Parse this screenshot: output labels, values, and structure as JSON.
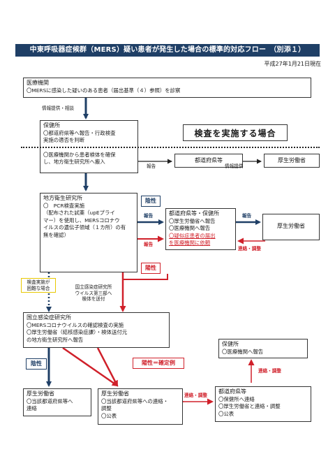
{
  "title": "中東呼吸器症候群（MERS）疑い患者が発生した場合の標準的対応フロー　（別添１）",
  "date": "平成27年1月21日現在",
  "section_banner": "検査を実施する場合",
  "boxes": {
    "medical": {
      "head": "医療機関",
      "lines": [
        "〇MERSに感染した疑いのある患者（届出基準（４）参照）を診察"
      ]
    },
    "hokenjo1": {
      "head": "保健所",
      "lines": [
        "〇都道府県等へ報告・行政検査",
        "実施の適否を判断"
      ]
    },
    "hokenjo2": {
      "lines": [
        "〇医療機関から患者検体を確保",
        "し、地方衛生研究所へ搬入"
      ]
    },
    "pref_top": {
      "lines": [
        "都道府県等"
      ]
    },
    "mhlw_top": {
      "lines": [
        "厚生労働省"
      ]
    },
    "local_lab": {
      "head": "地方衛生研究所",
      "lines": [
        "〇　PCR検査実施",
        "（配布された試薬（upEプライ",
        "マー）を使用し、MERSコロナウ",
        "イルスの遺伝子領域（１カ所）の有",
        "無を確認）"
      ]
    },
    "pref_mid": {
      "head": "都道府県等・保健所",
      "lines": [
        "〇厚生労働省へ報告",
        "〇医療機関へ報告"
      ],
      "red_lines": [
        "〇疑似症患者の届出",
        "を医療機関に依頼"
      ]
    },
    "mhlw_mid": {
      "lines": [
        "厚生労働省"
      ]
    },
    "niid": {
      "head": "国立感染症研究所",
      "lines": [
        "〇MERSコロナウイルスの確認検査の実施",
        "〇厚生労働省（結核感染症課）・検体送付元",
        "の地方衛生研究所へ報告"
      ]
    },
    "mhlw_neg": {
      "head": "厚生労働省",
      "lines": [
        "〇当該都道府県等へ",
        "連絡"
      ]
    },
    "mhlw_pos": {
      "head": "厚生労働省",
      "lines": [
        "〇当該都道府県等への連絡・",
        "調整",
        "〇公表"
      ]
    },
    "hokenjo3": {
      "head": "保健所",
      "lines": [
        "〇医療機関へ報告"
      ]
    },
    "pref_bot": {
      "head": "都道府県等",
      "lines": [
        "〇保健所へ連絡",
        "〇厚生労働省と連絡・調整",
        "〇公表"
      ]
    }
  },
  "labels": {
    "info": "情報提供・相談",
    "report1": "報告",
    "info2": "情報提供",
    "report_blue": "報告",
    "report_red": "報告",
    "report_right": "報告",
    "renraku1": "連絡・調整",
    "kensa_konnan": [
      "検査実施が",
      "困難な場合"
    ],
    "niid_send": [
      "国立感染症研究所",
      "ウイルス第三部へ",
      "検体を送付"
    ],
    "renraku2": "連絡・調整",
    "renraku3": "連絡・調整"
  },
  "tags": {
    "neg1": "陰性",
    "pos1": "陽性",
    "neg2": "陰性",
    "confirmed": "陽性＝確定例"
  },
  "colors": {
    "navy": "#1f3f66",
    "red": "#d0202a",
    "yellow": "#e8c800"
  }
}
